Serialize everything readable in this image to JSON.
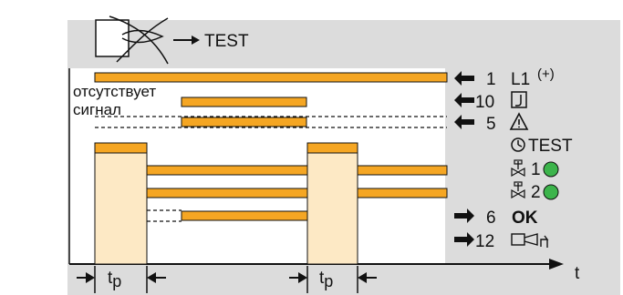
{
  "header": {
    "arrow_label": "TEST"
  },
  "absence_note": {
    "line1": "отсутствует",
    "line2": "сигнал"
  },
  "terminals": [
    {
      "number": "1",
      "label": "L1",
      "suffix": "(+)"
    },
    {
      "number": "10"
    },
    {
      "number": "5"
    },
    {
      "number": "6",
      "label": "OK"
    },
    {
      "number": "12"
    }
  ],
  "indicators": {
    "timer_test": "TEST",
    "valve1": "1",
    "valve2": "2"
  },
  "time_axis": {
    "label": "t",
    "pulse_label": "t",
    "pulse_subscript": "p"
  },
  "colors": {
    "panel": "#dcdcdc",
    "signal_bar": "#f5a623",
    "pulse_fill": "#fde9c5",
    "led_on": "#3cb44b",
    "ink": "#111111"
  }
}
